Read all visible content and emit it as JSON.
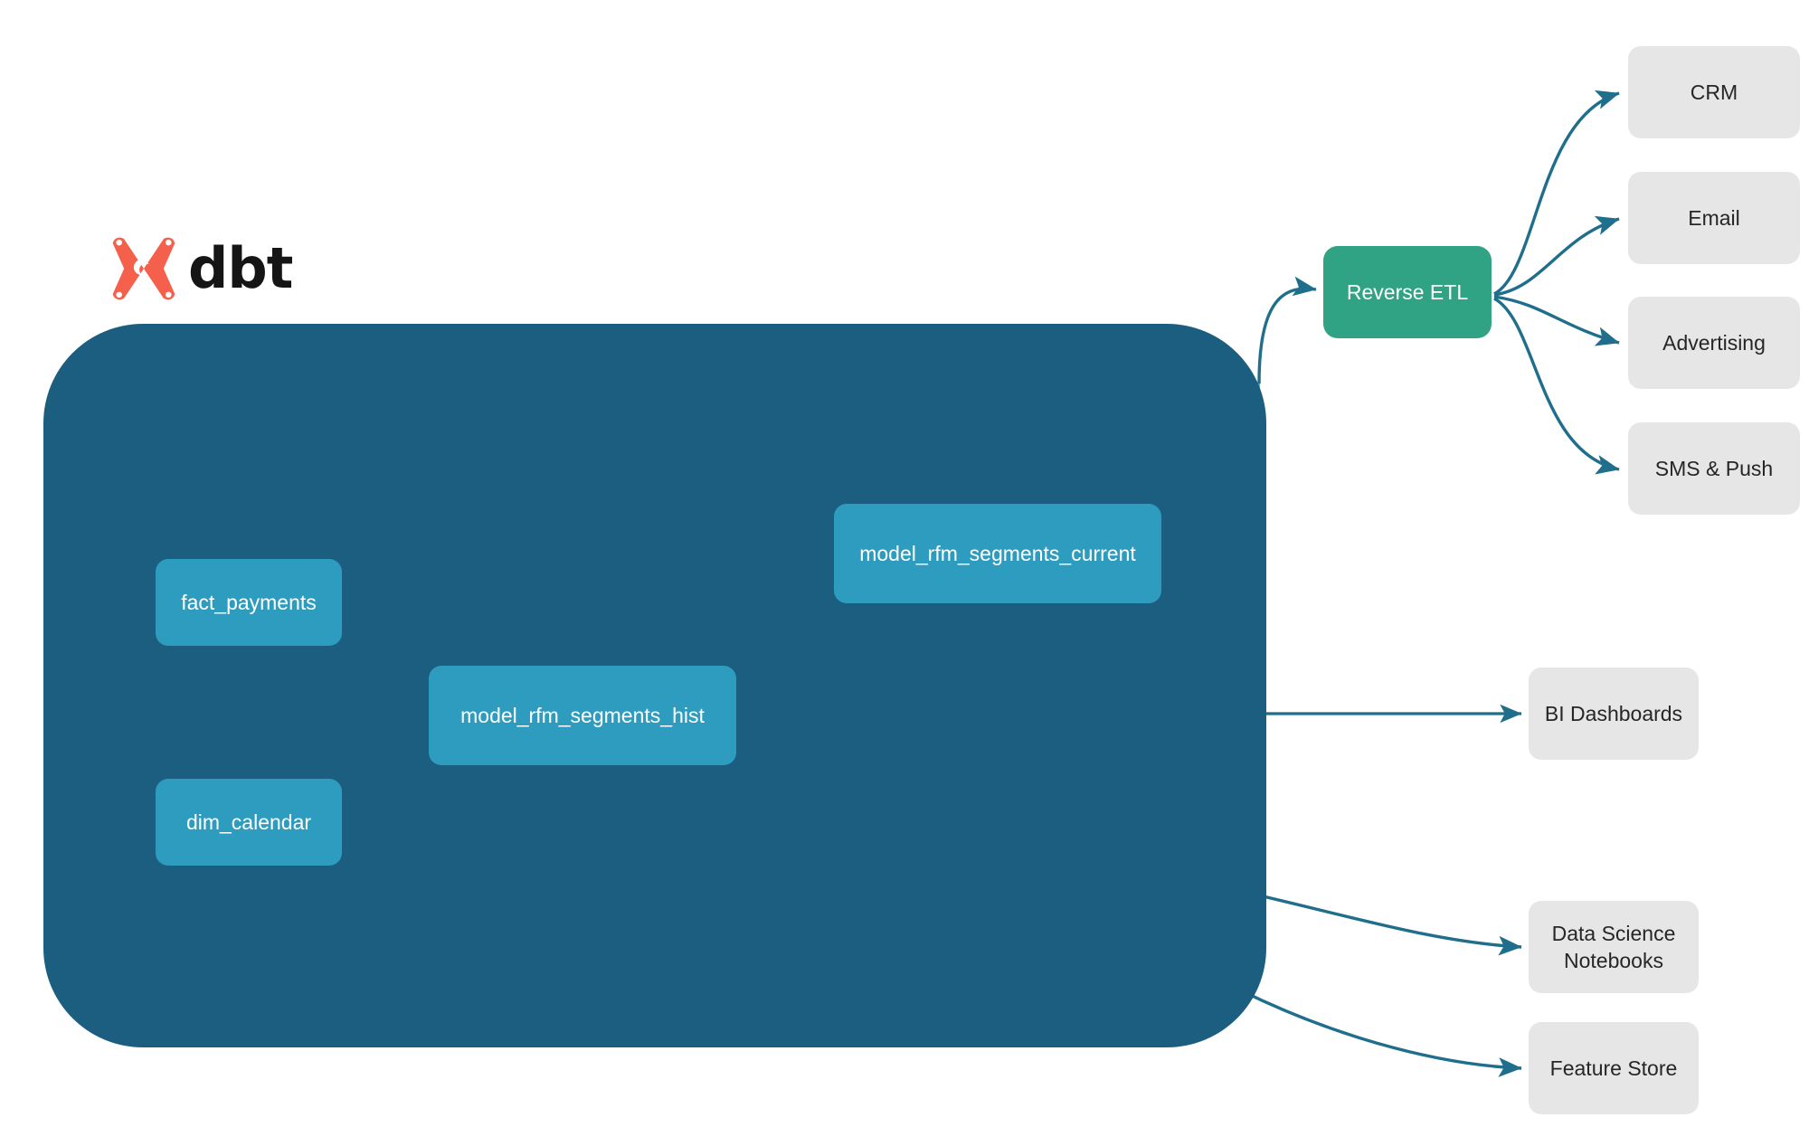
{
  "brand": {
    "logo_icon": "dbt-logo-icon",
    "wordmark": "dbt"
  },
  "colors": {
    "container": "#1B5E80",
    "model_node": "#2E9CBF",
    "reverse_etl": "#2FA383",
    "consumer_node": "#E6E6E6",
    "edge_external": "#1F6E8C",
    "edge_internal": "#3C8FAA",
    "logo_mark": "#F4604B",
    "wordmark": "#151515"
  },
  "container": {
    "name": "dbt-project-container"
  },
  "nodes": {
    "fact_payments": "fact_payments",
    "dim_calendar": "dim_calendar",
    "model_rfm_segments_hist": "model_rfm_segments_hist",
    "model_rfm_segments_current": "model_rfm_segments_current",
    "reverse_etl": "Reverse ETL",
    "crm": "CRM",
    "email": "Email",
    "advertising": "Advertising",
    "sms_push": "SMS & Push",
    "bi_dashboards": "BI Dashboards",
    "data_science_notebooks_line1": "Data Science",
    "data_science_notebooks_line2": "Notebooks",
    "feature_store": "Feature Store"
  },
  "chart_data": {
    "type": "diagram",
    "title": "dbt RFM segment lineage and downstream consumers",
    "groups": [
      {
        "id": "dbt-project",
        "label": "dbt",
        "style": "dark-teal-rounded-container",
        "members": [
          "fact_payments",
          "dim_calendar",
          "model_rfm_segments_hist",
          "model_rfm_segments_current"
        ]
      }
    ],
    "node_list": [
      {
        "id": "fact_payments",
        "label": "fact_payments",
        "kind": "source",
        "group": "dbt-project"
      },
      {
        "id": "dim_calendar",
        "label": "dim_calendar",
        "kind": "source",
        "group": "dbt-project"
      },
      {
        "id": "model_rfm_segments_hist",
        "label": "model_rfm_segments_hist",
        "kind": "model",
        "group": "dbt-project"
      },
      {
        "id": "model_rfm_segments_current",
        "label": "model_rfm_segments_current",
        "kind": "model",
        "group": "dbt-project"
      },
      {
        "id": "reverse_etl",
        "label": "Reverse ETL",
        "kind": "service"
      },
      {
        "id": "crm",
        "label": "CRM",
        "kind": "consumer"
      },
      {
        "id": "email",
        "label": "Email",
        "kind": "consumer"
      },
      {
        "id": "advertising",
        "label": "Advertising",
        "kind": "consumer"
      },
      {
        "id": "sms_push",
        "label": "SMS & Push",
        "kind": "consumer"
      },
      {
        "id": "bi_dashboards",
        "label": "BI Dashboards",
        "kind": "consumer"
      },
      {
        "id": "data_science_notebooks",
        "label": "Data Science Notebooks",
        "kind": "consumer"
      },
      {
        "id": "feature_store",
        "label": "Feature Store",
        "kind": "consumer"
      }
    ],
    "edges": [
      {
        "from": "fact_payments",
        "to": "model_rfm_segments_hist"
      },
      {
        "from": "dim_calendar",
        "to": "model_rfm_segments_hist"
      },
      {
        "from": "model_rfm_segments_hist",
        "to": "model_rfm_segments_current"
      },
      {
        "from": "model_rfm_segments_current",
        "to": "reverse_etl"
      },
      {
        "from": "model_rfm_segments_hist",
        "to": "bi_dashboards"
      },
      {
        "from": "model_rfm_segments_hist",
        "to": "data_science_notebooks"
      },
      {
        "from": "model_rfm_segments_hist",
        "to": "feature_store"
      },
      {
        "from": "reverse_etl",
        "to": "crm"
      },
      {
        "from": "reverse_etl",
        "to": "email"
      },
      {
        "from": "reverse_etl",
        "to": "advertising"
      },
      {
        "from": "reverse_etl",
        "to": "sms_push"
      }
    ]
  }
}
